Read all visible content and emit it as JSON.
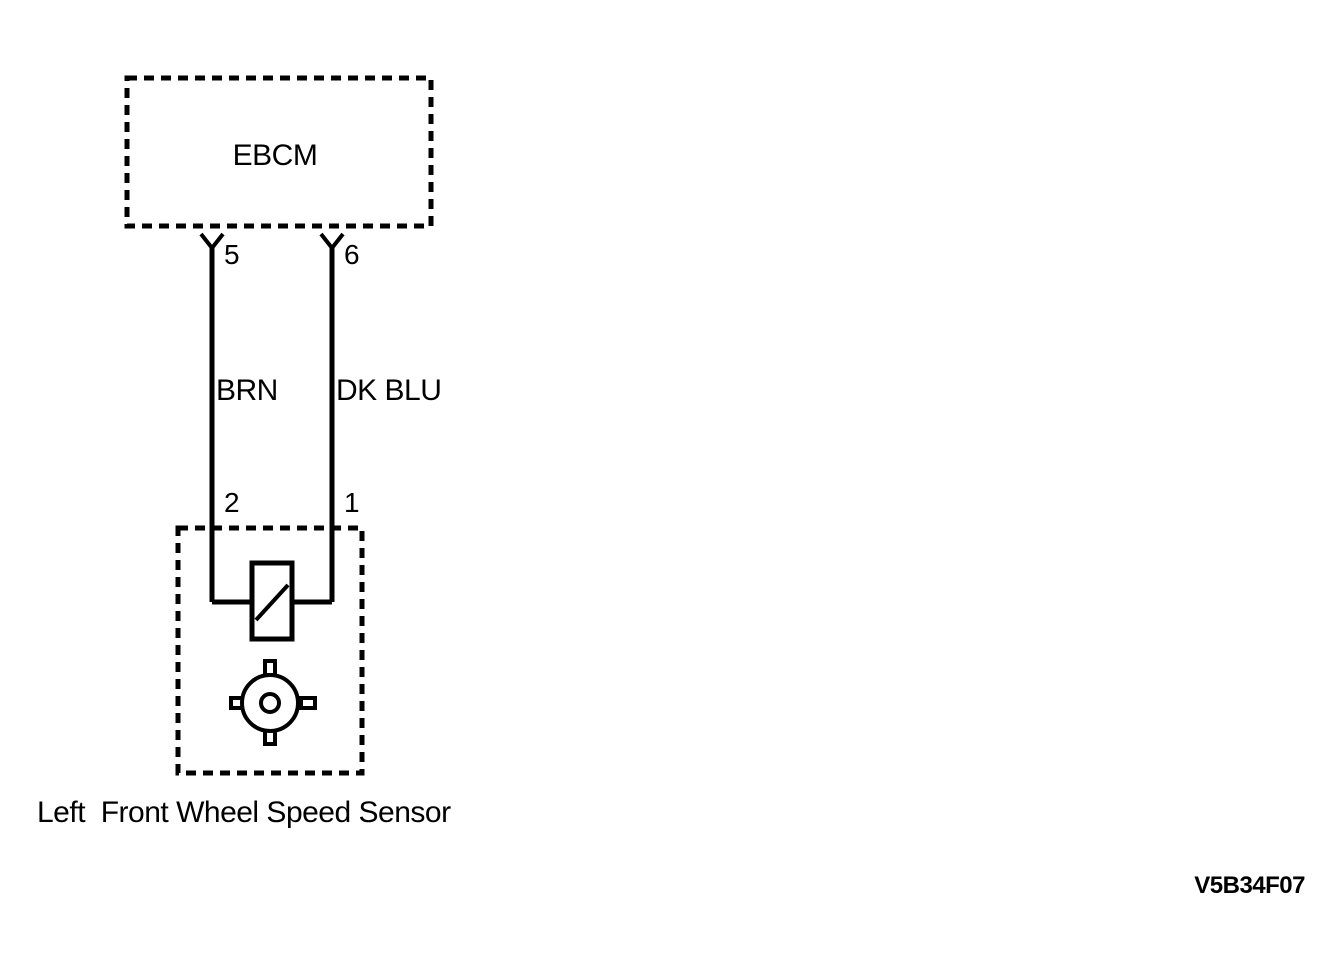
{
  "ebcm": {
    "label": "EBCM"
  },
  "pins": {
    "ebcm_brn": "5",
    "ebcm_dkblu": "6",
    "sensor_brn": "2",
    "sensor_dkblu": "1"
  },
  "wires": {
    "brn": "BRN",
    "dkblu": "DK BLU"
  },
  "sensor": {
    "label": "Left  Front Wheel Speed Sensor"
  },
  "figure_code": "V5B34F07"
}
